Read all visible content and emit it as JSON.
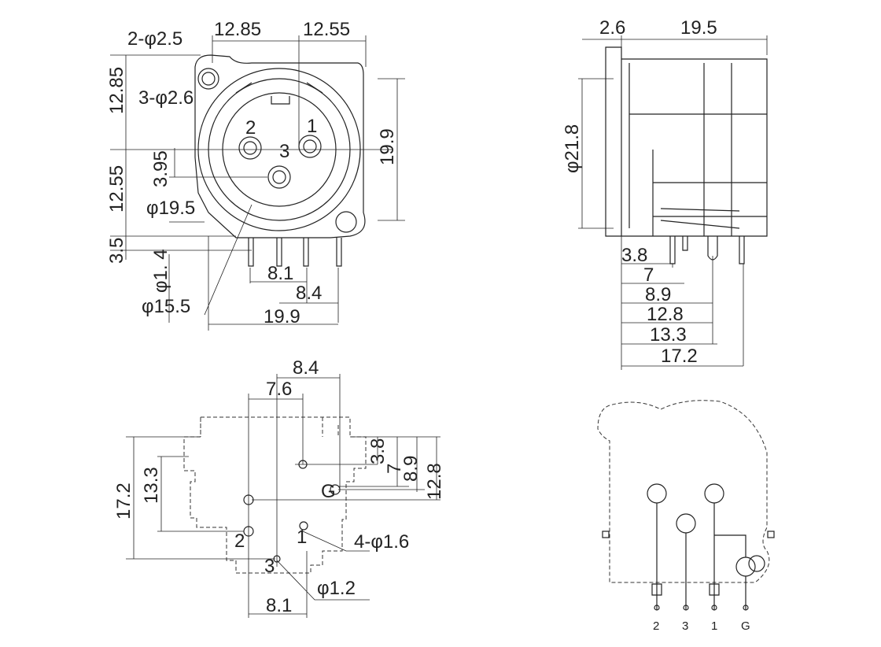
{
  "front_view": {
    "mount_holes": "2-φ2.5",
    "top_left_width": "12.85",
    "top_right_width": "12.55",
    "left_upper_height": "12.85",
    "pin_holes": "3-φ2.6",
    "pin_2": "2",
    "pin_1": "1",
    "pin_3": "3",
    "right_height": "19.9",
    "pin_offset": "3.95",
    "left_lower_height": "12.55",
    "inner_diameter": "φ19.5",
    "bottom_offset": "3.5",
    "pin_diameter": "φ1. 4",
    "pin_spacing_a": "8.1",
    "pin_spacing_b": "8.4",
    "socket_diameter": "φ15.5",
    "bottom_width": "19.9"
  },
  "side_view": {
    "flange_thickness": "2.6",
    "body_depth": "19.5",
    "diameter": "φ21.8",
    "dims": [
      "3.8",
      "7",
      "8.9",
      "12.8",
      "13.3",
      "17.2"
    ]
  },
  "pcb_layout": {
    "width_a": "8.4",
    "width_b": "7.6",
    "height_total": "17.2",
    "height_b": "13.3",
    "right_dims": [
      "3.8",
      "7",
      "8.9",
      "12.8"
    ],
    "ground": "G",
    "pin_2": "2",
    "pin_1": "1",
    "pin_3": "3",
    "holes": "4-φ1.6",
    "small_hole": "φ1.2",
    "bottom_width": "8.1"
  },
  "schematic": {
    "pins": [
      "2",
      "3",
      "1",
      "G"
    ]
  }
}
